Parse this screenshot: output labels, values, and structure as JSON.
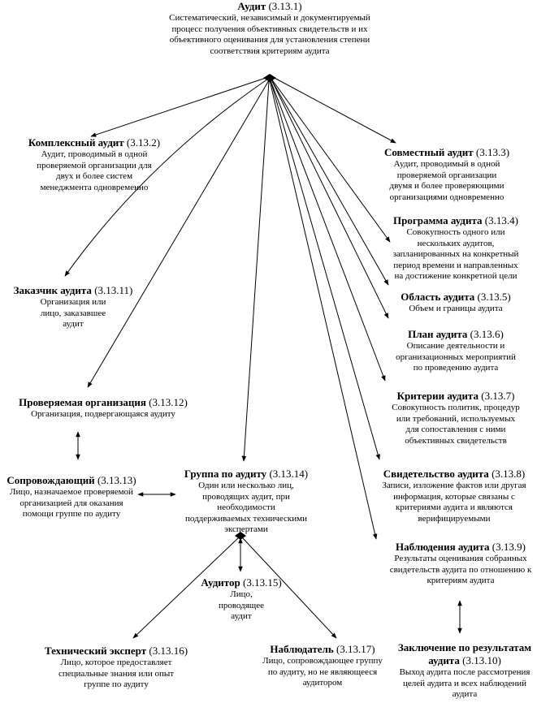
{
  "nodes": {
    "audit": {
      "title": "Аудит",
      "ref": "(3.13.1)",
      "desc": "Систематический, независимый и документируемый процесс получения объективных свидетельств и их объективного оценивания для установления степени соответствия критериям аудита"
    },
    "combined": {
      "title": "Комплексный аудит",
      "ref": "(3.13.2)",
      "desc": "Аудит, проводимый в одной проверяемой организации для двух и более систем менеджмента одновременно"
    },
    "joint": {
      "title": "Совместный аудит",
      "ref": "(3.13.3)",
      "desc": "Аудит, проводимый в одной проверяемой организации двумя и более проверяющими организациями одновременно"
    },
    "programme": {
      "title": "Программа аудита",
      "ref": "(3.13.4)",
      "desc": "Совокупность одного или нескольких аудитов, запланированных на конкретный период времени и направленных на достижение конкретной цели"
    },
    "scope": {
      "title": "Область аудита",
      "ref": "(3.13.5)",
      "desc": "Объем и границы аудита"
    },
    "plan": {
      "title": "План аудита",
      "ref": "(3.13.6)",
      "desc": "Описание деятельности и организационных мероприятий по проведению аудита"
    },
    "criteria": {
      "title": "Критерии аудита",
      "ref": "(3.13.7)",
      "desc": "Совокупность политик, процедур или требований, используемых для сопоставления с ними объективных свидетельств"
    },
    "evidence": {
      "title": "Свидетельство аудита",
      "ref": "(3.13.8)",
      "desc": "Записи, изложение фактов или другая информация, которые связаны с критериями аудита и являются верифицируемыми"
    },
    "findings": {
      "title": "Наблюдения аудита",
      "ref": "(3.13.9)",
      "desc": "Результаты оценивания собранных свидетельств аудита по отношению к критериям аудита"
    },
    "conclusion": {
      "title": "Заключение по результатам аудита",
      "ref": "(3.13.10)",
      "desc": "Выход аудита после рассмотрения целей аудита и всех наблюдений аудита"
    },
    "client": {
      "title": "Заказчик аудита",
      "ref": "(3.13.11)",
      "desc": "Организация или лицо, заказавшее аудит"
    },
    "auditee": {
      "title": "Проверяемая организация",
      "ref": "(3.13.12)",
      "desc": "Организация, подвергающаяся аудиту"
    },
    "guide": {
      "title": "Сопровождающий",
      "ref": "(3.13.13)",
      "desc": "Лицо, назначаемое проверяемой организацией для оказания помощи группе по аудиту"
    },
    "team": {
      "title": "Группа по аудиту",
      "ref": "(3.13.14)",
      "desc": "Один или несколько лиц, проводящих аудит, при необходимости поддерживаемых техническими экспертами"
    },
    "auditor": {
      "title": "Аудитор",
      "ref": "(3.13.15)",
      "desc": "Лицо, проводящее аудит"
    },
    "expert": {
      "title": "Технический эксперт",
      "ref": "(3.13.16)",
      "desc": "Лицо, которое предоставляет специальные знания или опыт группе по аудиту"
    },
    "observer": {
      "title": "Наблюдатель",
      "ref": "(3.13.17)",
      "desc": "Лицо, сопровождающее группу по аудиту, но не являющееся аудитором"
    }
  }
}
